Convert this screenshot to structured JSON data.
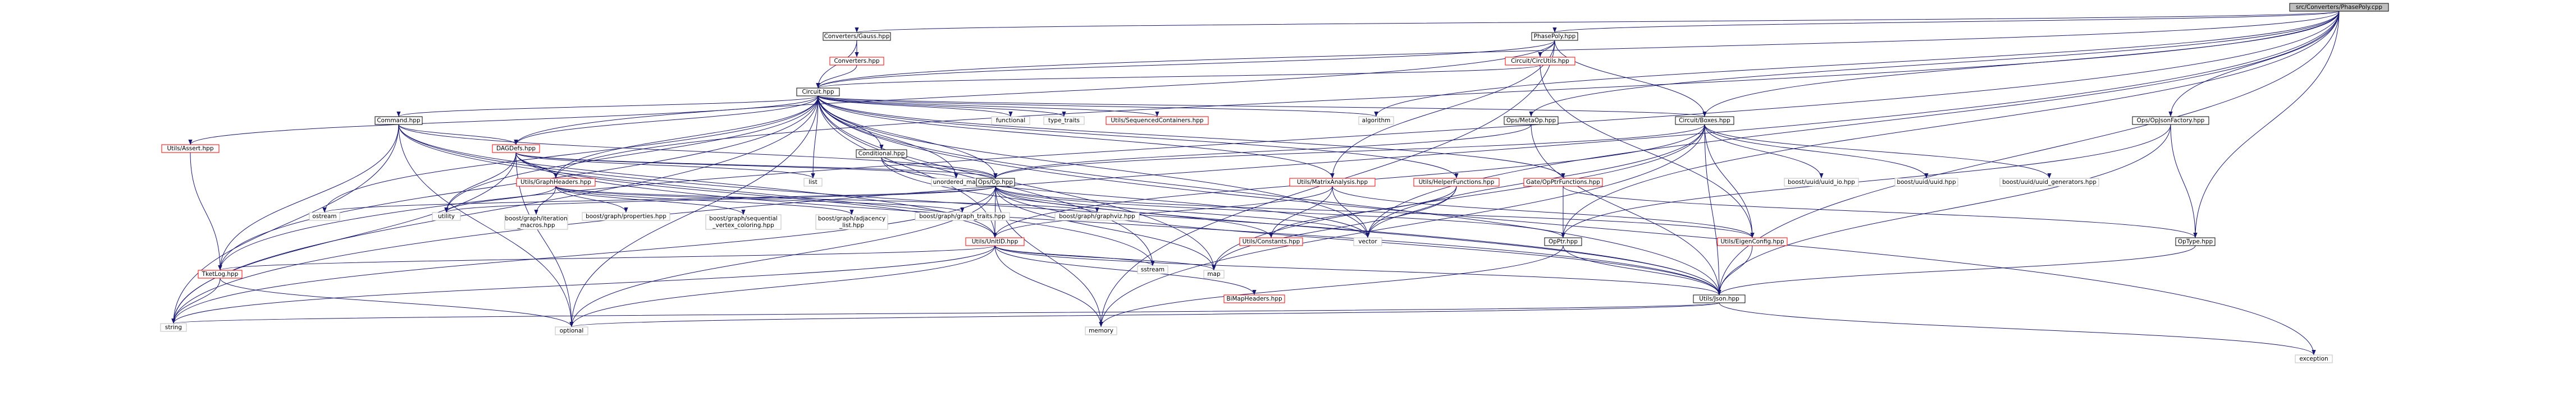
{
  "colors": {
    "background": "#ffffff",
    "edge": "#191970",
    "node_border": "#000000",
    "node_text": "#000000",
    "root_fill": "#bfbfbf",
    "missing_border": "#bfbfbf",
    "link_border": "#ff0000"
  },
  "root": "root",
  "nodes": [
    {
      "id": "root",
      "label": "src/Converters/PhasePoly.cpp",
      "kind": "root"
    },
    {
      "id": "conv_gauss",
      "label": "Converters/Gauss.hpp",
      "kind": "plain"
    },
    {
      "id": "phasepoly",
      "label": "PhasePoly.hpp",
      "kind": "plain"
    },
    {
      "id": "converters",
      "label": "Converters.hpp",
      "kind": "link"
    },
    {
      "id": "circutils",
      "label": "Circuit/CircUtils.hpp",
      "kind": "link"
    },
    {
      "id": "circuit",
      "label": "Circuit.hpp",
      "kind": "plain"
    },
    {
      "id": "command",
      "label": "Command.hpp",
      "kind": "plain"
    },
    {
      "id": "functional",
      "label": "functional",
      "kind": "missing"
    },
    {
      "id": "type_traits",
      "label": "type_traits",
      "kind": "missing"
    },
    {
      "id": "seqcontainers",
      "label": "Utils/SequencedContainers.hpp",
      "kind": "link"
    },
    {
      "id": "algorithm",
      "label": "algorithm",
      "kind": "missing"
    },
    {
      "id": "boxes",
      "label": "Circuit/Boxes.hpp",
      "kind": "plain"
    },
    {
      "id": "metaop",
      "label": "Ops/MetaOp.hpp",
      "kind": "plain"
    },
    {
      "id": "opjsonfactory",
      "label": "Ops/OpJsonFactory.hpp",
      "kind": "plain"
    },
    {
      "id": "assert",
      "label": "Utils/Assert.hpp",
      "kind": "link"
    },
    {
      "id": "dagdefs",
      "label": "DAGDefs.hpp",
      "kind": "link"
    },
    {
      "id": "conditional",
      "label": "Conditional.hpp",
      "kind": "plain"
    },
    {
      "id": "unordered_map",
      "label": "unordered_map",
      "kind": "missing"
    },
    {
      "id": "list",
      "label": "list",
      "kind": "missing"
    },
    {
      "id": "graphheaders",
      "label": "Utils/GraphHeaders.hpp",
      "kind": "link"
    },
    {
      "id": "opsop",
      "label": "Ops/Op.hpp",
      "kind": "plain"
    },
    {
      "id": "matrixanalysis",
      "label": "Utils/MatrixAnalysis.hpp",
      "kind": "link"
    },
    {
      "id": "helperfunctions",
      "label": "Utils/HelperFunctions.hpp",
      "kind": "link"
    },
    {
      "id": "gateopptr",
      "label": "Gate/OpPtrFunctions.hpp",
      "kind": "link"
    },
    {
      "id": "uuid_io",
      "label": "boost/uuid/uuid_io.hpp",
      "kind": "missing"
    },
    {
      "id": "uuid",
      "label": "boost/uuid/uuid.hpp",
      "kind": "missing"
    },
    {
      "id": "uuid_gen",
      "label": "boost/uuid/uuid_generators.hpp",
      "kind": "missing"
    },
    {
      "id": "exception",
      "label": "exception",
      "kind": "missing"
    },
    {
      "id": "ostream",
      "label": "ostream",
      "kind": "missing"
    },
    {
      "id": "utility",
      "label": "utility",
      "kind": "missing"
    },
    {
      "id": "bg_iter",
      "label": "boost/graph/iteration\n_macros.hpp",
      "kind": "missing"
    },
    {
      "id": "bg_props",
      "label": "boost/graph/properties.hpp",
      "kind": "missing"
    },
    {
      "id": "bg_seq",
      "label": "boost/graph/sequential\n_vertex_coloring.hpp",
      "kind": "missing"
    },
    {
      "id": "bg_adj",
      "label": "boost/graph/adjacency\n_list.hpp",
      "kind": "missing"
    },
    {
      "id": "bg_traits",
      "label": "boost/graph/graph_traits.hpp",
      "kind": "missing"
    },
    {
      "id": "bg_viz",
      "label": "boost/graph/graphviz.hpp",
      "kind": "missing"
    },
    {
      "id": "unitid",
      "label": "Utils/UnitID.hpp",
      "kind": "link"
    },
    {
      "id": "constants",
      "label": "Utils/Constants.hpp",
      "kind": "link"
    },
    {
      "id": "vector",
      "label": "vector",
      "kind": "missing"
    },
    {
      "id": "opptr",
      "label": "OpPtr.hpp",
      "kind": "plain"
    },
    {
      "id": "eigenconfig",
      "label": "Utils/EigenConfig.hpp",
      "kind": "link"
    },
    {
      "id": "optype",
      "label": "OpType.hpp",
      "kind": "plain"
    },
    {
      "id": "sstream",
      "label": "sstream",
      "kind": "missing"
    },
    {
      "id": "tketlog",
      "label": "TketLog.hpp",
      "kind": "link"
    },
    {
      "id": "map",
      "label": "map",
      "kind": "missing"
    },
    {
      "id": "bimap",
      "label": "BiMapHeaders.hpp",
      "kind": "link"
    },
    {
      "id": "json",
      "label": "Utils/Json.hpp",
      "kind": "plain"
    },
    {
      "id": "string",
      "label": "string",
      "kind": "missing"
    },
    {
      "id": "optional",
      "label": "optional",
      "kind": "missing"
    },
    {
      "id": "memory",
      "label": "memory",
      "kind": "missing"
    }
  ],
  "edges": [
    [
      "root",
      "conv_gauss"
    ],
    [
      "root",
      "phasepoly"
    ],
    [
      "root",
      "circuit"
    ],
    [
      "root",
      "algorithm"
    ],
    [
      "root",
      "boxes"
    ],
    [
      "root",
      "metaop"
    ],
    [
      "root",
      "opjsonfactory"
    ],
    [
      "root",
      "graphheaders"
    ],
    [
      "root",
      "opptr"
    ],
    [
      "root",
      "optype"
    ],
    [
      "root",
      "json"
    ],
    [
      "root",
      "tketlog"
    ],
    [
      "root",
      "string"
    ],
    [
      "root",
      "vector"
    ],
    [
      "conv_gauss",
      "converters"
    ],
    [
      "conv_gauss",
      "circuit"
    ],
    [
      "converters",
      "circuit"
    ],
    [
      "phasepoly",
      "circutils"
    ],
    [
      "phasepoly",
      "circuit"
    ],
    [
      "phasepoly",
      "boxes"
    ],
    [
      "phasepoly",
      "matrixanalysis"
    ],
    [
      "phasepoly",
      "memory"
    ],
    [
      "phasepoly",
      "dagdefs"
    ],
    [
      "circutils",
      "circuit"
    ],
    [
      "circutils",
      "eigenconfig"
    ],
    [
      "circuit",
      "command"
    ],
    [
      "circuit",
      "functional"
    ],
    [
      "circuit",
      "type_traits"
    ],
    [
      "circuit",
      "seqcontainers"
    ],
    [
      "circuit",
      "algorithm"
    ],
    [
      "circuit",
      "boxes"
    ],
    [
      "circuit",
      "assert"
    ],
    [
      "circuit",
      "dagdefs"
    ],
    [
      "circuit",
      "conditional"
    ],
    [
      "circuit",
      "list"
    ],
    [
      "circuit",
      "graphheaders"
    ],
    [
      "circuit",
      "unordered_map"
    ],
    [
      "circuit",
      "opsop"
    ],
    [
      "circuit",
      "matrixanalysis"
    ],
    [
      "circuit",
      "helperfunctions"
    ],
    [
      "circuit",
      "gateopptr"
    ],
    [
      "circuit",
      "json"
    ],
    [
      "circuit",
      "unitid"
    ],
    [
      "circuit",
      "ostream"
    ],
    [
      "circuit",
      "utility"
    ],
    [
      "circuit",
      "sstream"
    ],
    [
      "circuit",
      "tketlog"
    ],
    [
      "circuit",
      "string"
    ],
    [
      "circuit",
      "optional"
    ],
    [
      "circuit",
      "map"
    ],
    [
      "circuit",
      "vector"
    ],
    [
      "circuit",
      "exception"
    ],
    [
      "command",
      "dagdefs"
    ],
    [
      "command",
      "opsop"
    ],
    [
      "command",
      "json"
    ],
    [
      "command",
      "sstream"
    ],
    [
      "command",
      "tketlog"
    ],
    [
      "command",
      "string"
    ],
    [
      "command",
      "optional"
    ],
    [
      "command",
      "unitid"
    ],
    [
      "assert",
      "tketlog"
    ],
    [
      "dagdefs",
      "graphheaders"
    ],
    [
      "dagdefs",
      "list"
    ],
    [
      "dagdefs",
      "unordered_map"
    ],
    [
      "dagdefs",
      "opsop"
    ],
    [
      "dagdefs",
      "unitid"
    ],
    [
      "dagdefs",
      "utility"
    ],
    [
      "dagdefs",
      "optional"
    ],
    [
      "dagdefs",
      "string"
    ],
    [
      "dagdefs",
      "json"
    ],
    [
      "conditional",
      "opsop"
    ],
    [
      "conditional",
      "json"
    ],
    [
      "conditional",
      "vector"
    ],
    [
      "graphheaders",
      "bg_iter"
    ],
    [
      "graphheaders",
      "bg_props"
    ],
    [
      "graphheaders",
      "bg_seq"
    ],
    [
      "graphheaders",
      "bg_adj"
    ],
    [
      "graphheaders",
      "bg_traits"
    ],
    [
      "graphheaders",
      "bg_viz"
    ],
    [
      "graphheaders",
      "utility"
    ],
    [
      "opsop",
      "ostream"
    ],
    [
      "opsop",
      "utility"
    ],
    [
      "opsop",
      "unitid"
    ],
    [
      "opsop",
      "constants"
    ],
    [
      "opsop",
      "vector"
    ],
    [
      "opsop",
      "opptr"
    ],
    [
      "opsop",
      "eigenconfig"
    ],
    [
      "opsop",
      "json"
    ],
    [
      "opsop",
      "optional"
    ],
    [
      "opsop",
      "string"
    ],
    [
      "opsop",
      "map"
    ],
    [
      "opsop",
      "memory"
    ],
    [
      "boxes",
      "opsop"
    ],
    [
      "boxes",
      "uuid_io"
    ],
    [
      "boxes",
      "uuid"
    ],
    [
      "boxes",
      "uuid_gen"
    ],
    [
      "boxes",
      "json"
    ],
    [
      "boxes",
      "eigenconfig"
    ],
    [
      "boxes",
      "vector"
    ],
    [
      "boxes",
      "map"
    ],
    [
      "boxes",
      "memory"
    ],
    [
      "boxes",
      "unitid"
    ],
    [
      "metaop",
      "opsop"
    ],
    [
      "metaop",
      "json"
    ],
    [
      "opjsonfactory",
      "opptr"
    ],
    [
      "opjsonfactory",
      "optype"
    ],
    [
      "opjsonfactory",
      "json"
    ],
    [
      "matrixanalysis",
      "eigenconfig"
    ],
    [
      "matrixanalysis",
      "constants"
    ],
    [
      "matrixanalysis",
      "vector"
    ],
    [
      "matrixanalysis",
      "unitid"
    ],
    [
      "helperfunctions",
      "vector"
    ],
    [
      "helperfunctions",
      "map"
    ],
    [
      "helperfunctions",
      "constants"
    ],
    [
      "gateopptr",
      "opptr"
    ],
    [
      "gateopptr",
      "optype"
    ],
    [
      "unitid",
      "sstream"
    ],
    [
      "unitid",
      "tketlog"
    ],
    [
      "unitid",
      "map"
    ],
    [
      "unitid",
      "bimap"
    ],
    [
      "unitid",
      "json"
    ],
    [
      "unitid",
      "string"
    ],
    [
      "unitid",
      "optional"
    ],
    [
      "unitid",
      "memory"
    ],
    [
      "opptr",
      "json"
    ],
    [
      "opptr",
      "memory"
    ],
    [
      "eigenconfig",
      "json"
    ],
    [
      "optype",
      "json"
    ],
    [
      "tketlog",
      "string"
    ],
    [
      "tketlog",
      "optional"
    ],
    [
      "json",
      "exception"
    ],
    [
      "json",
      "optional"
    ],
    [
      "json",
      "string"
    ]
  ]
}
